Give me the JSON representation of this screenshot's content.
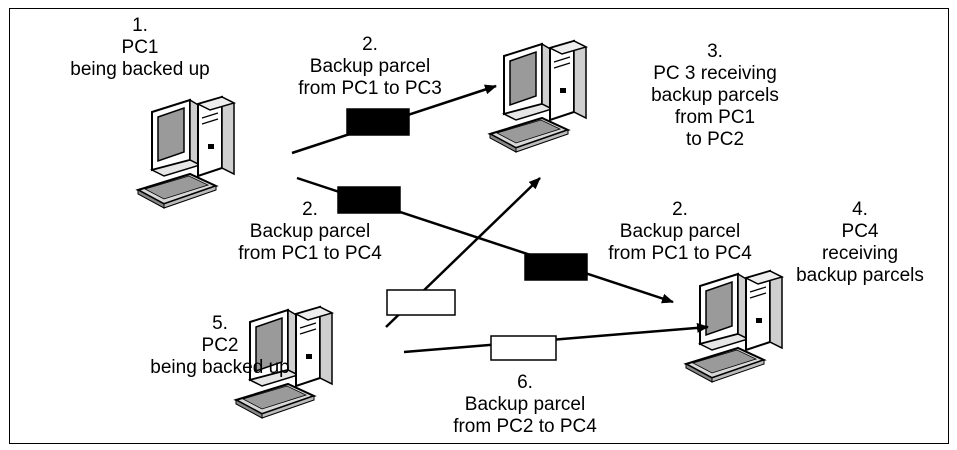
{
  "nodes": {
    "pc1": {
      "number": "1.",
      "lines": [
        "PC1",
        "being backed up"
      ]
    },
    "pc3": {
      "number": "3.",
      "lines": [
        "PC 3 receiving",
        "backup parcels",
        "from PC1",
        "to PC2"
      ]
    },
    "pc4": {
      "number": "4.",
      "lines": [
        "PC4",
        "receiving",
        "backup parcels"
      ]
    },
    "pc2": {
      "number": "5.",
      "lines": [
        "PC2",
        "being backed up"
      ]
    }
  },
  "parcels": {
    "pc1_to_pc3": {
      "number": "2.",
      "lines": [
        "Backup parcel",
        "from PC1 to PC3"
      ]
    },
    "pc1_to_pc4_a": {
      "number": "2.",
      "lines": [
        "Backup parcel",
        "from PC1 to PC4"
      ]
    },
    "pc1_to_pc4_b": {
      "number": "2.",
      "lines": [
        "Backup parcel",
        "from PC1 to PC4"
      ]
    },
    "pc2_to_pc4": {
      "number": "6.",
      "lines": [
        "Backup parcel",
        "from PC2 to PC4"
      ]
    }
  },
  "colors": {
    "pc1_parcel": "#000000",
    "pc2_parcel": "#ffffff"
  }
}
